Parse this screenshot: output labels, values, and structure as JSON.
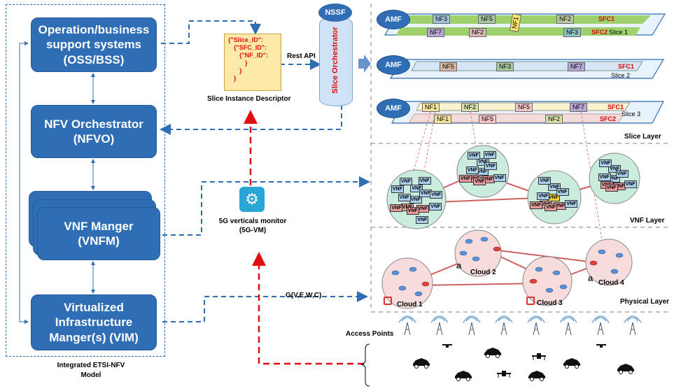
{
  "etsi": {
    "oss": [
      "Operation/business",
      "support systems",
      "(OSS/BSS)"
    ],
    "nfvo": [
      "NFV Orchestrator",
      "(NFVO)"
    ],
    "vnfm": [
      "VNF Manger",
      "(VNFM)"
    ],
    "vim": [
      "Virtualized",
      "Infrastructure",
      "Manger(s) (VIM)"
    ],
    "caption": [
      "Integrated ETSI-NFV",
      "Model"
    ]
  },
  "descriptor": {
    "lines": [
      "{\"Slice_ID\":",
      "{\"SFC_ID\":",
      "{\"NF_ID\":",
      "}",
      "}",
      "}"
    ],
    "caption": "Slice Instance Descriptor"
  },
  "rest_api": "Rest API",
  "nssf": "NSSF",
  "slice_orchestrator": "Slice Orchestrator",
  "monitor": [
    "5G verticals monitor",
    "(5G-VM)"
  ],
  "graph_label": "G(V,E,W,C)",
  "amf": "AMF",
  "slices": [
    {
      "name": "Slice 1",
      "chains": [
        {
          "sfc": "SFC1",
          "nfs": [
            "NF3",
            "NF5",
            "NF2"
          ]
        },
        {
          "sfc": "SFC2",
          "nfs": [
            "NF7",
            "NF2",
            "NF3"
          ]
        }
      ],
      "extra_nf": "NF1"
    },
    {
      "name": "Slice 2",
      "chains": [
        {
          "sfc": "SFC1",
          "nfs": [
            "NF5",
            "NF3",
            "NF7"
          ]
        }
      ]
    },
    {
      "name": "Slice 3",
      "chains": [
        {
          "sfc": "SFC1",
          "nfs": [
            "NF1",
            "NF2",
            "NF5",
            "NF7"
          ]
        },
        {
          "sfc": "SFC2",
          "nfs": [
            "NF1",
            "NF5",
            "NF2"
          ]
        }
      ]
    }
  ],
  "layers": {
    "slice": "Slice Layer",
    "vnf": "VNF Layer",
    "physical": "Physical Layer"
  },
  "vnf_label": "VNF",
  "clouds": [
    "Cloud 1",
    "Cloud 2",
    "Cloud 3",
    "Cloud 4"
  ],
  "access_points": "Access Points",
  "colors": {
    "box_blue": "#2f6db5",
    "red_arrow": "#e01010",
    "slice1": "#9ed16c",
    "slice2": "#d6e6f7",
    "slice3": "#f5dcdc",
    "vnf_circle": "#c9ecdc"
  }
}
